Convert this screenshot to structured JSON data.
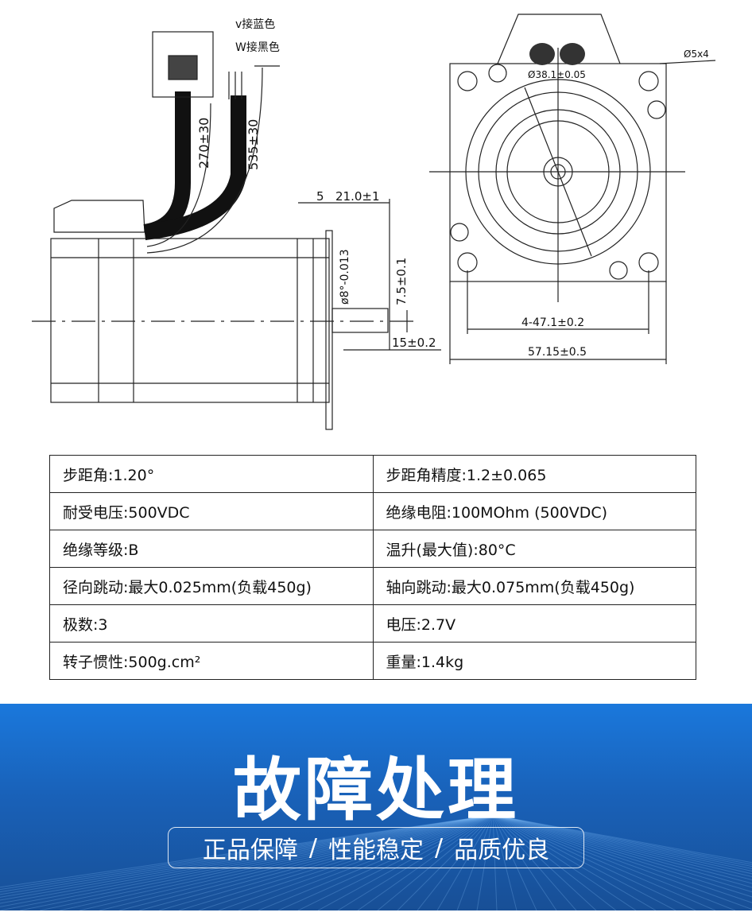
{
  "drawing": {
    "wire_note_v": "v接蓝色",
    "wire_note_w": "W接黑色",
    "dim_cable1": "270±30",
    "dim_cable2": "535±30",
    "dim_flange": "5",
    "dim_shaft_len": "21.0±1",
    "dim_shaft_dia": "ø8°-0.013",
    "dim_flat": "7.5±0.1",
    "dim_flat_len": "15±0.2",
    "dim_pilot": "Ø38.1±0.05",
    "dim_holes": "Ø5x4",
    "dim_hole_spacing": "4-47.1±0.2",
    "dim_body": "57.15±0.5"
  },
  "specs": [
    [
      "步距角:1.20°",
      "步距角精度:1.2±0.065"
    ],
    [
      "耐受电压:500VDC",
      "绝缘电阻:100MOhm (500VDC)"
    ],
    [
      "绝缘等级:B",
      "温升(最大值):80°C"
    ],
    [
      "径向跳动:最大0.025mm(负载450g)",
      "轴向跳动:最大0.075mm(负载450g)"
    ],
    [
      "极数:3",
      "电压:2.7V"
    ],
    [
      "转子惯性:500g.cm²",
      "重量:1.4kg"
    ]
  ],
  "banner": {
    "title": "故障处理",
    "tags": [
      "正品保障",
      "性能稳定",
      "品质优良"
    ],
    "separator": "/"
  }
}
